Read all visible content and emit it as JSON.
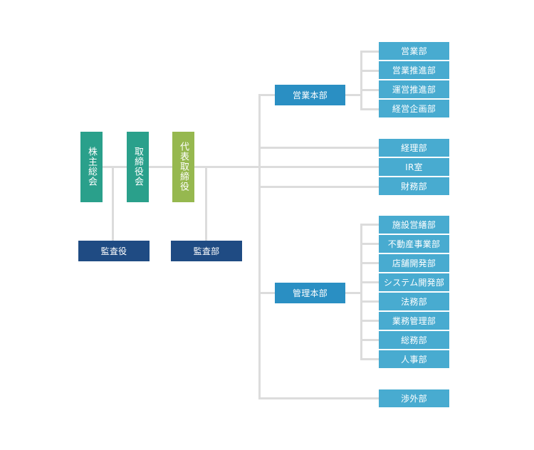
{
  "top_executive": {
    "shareholders_meeting": "株主総会",
    "board_of_directors": "取締役会",
    "representative_director": "代表取締役"
  },
  "audit": {
    "auditor": "監査役",
    "audit_department": "監査部"
  },
  "sales_division": {
    "title": "営業本部",
    "departments": [
      "営業部",
      "営業推進部",
      "運営推進部",
      "経営企画部"
    ]
  },
  "corporate_departments": [
    "経理部",
    "IR室",
    "財務部"
  ],
  "management_division": {
    "title": "管理本部",
    "departments": [
      "施設営繕部",
      "不動産事業部",
      "店舗開発部",
      "システム開発部",
      "法務部",
      "業務管理部",
      "総務部",
      "人事部"
    ]
  },
  "external_affairs": "渉外部",
  "colors": {
    "top_green": "#2aa08b",
    "representative_green": "#96b84f",
    "audit_navy": "#1f4b83",
    "division_blue": "#2a8fc3",
    "department_blue": "#48abd0",
    "connector_gray": "#dcdcdc"
  }
}
